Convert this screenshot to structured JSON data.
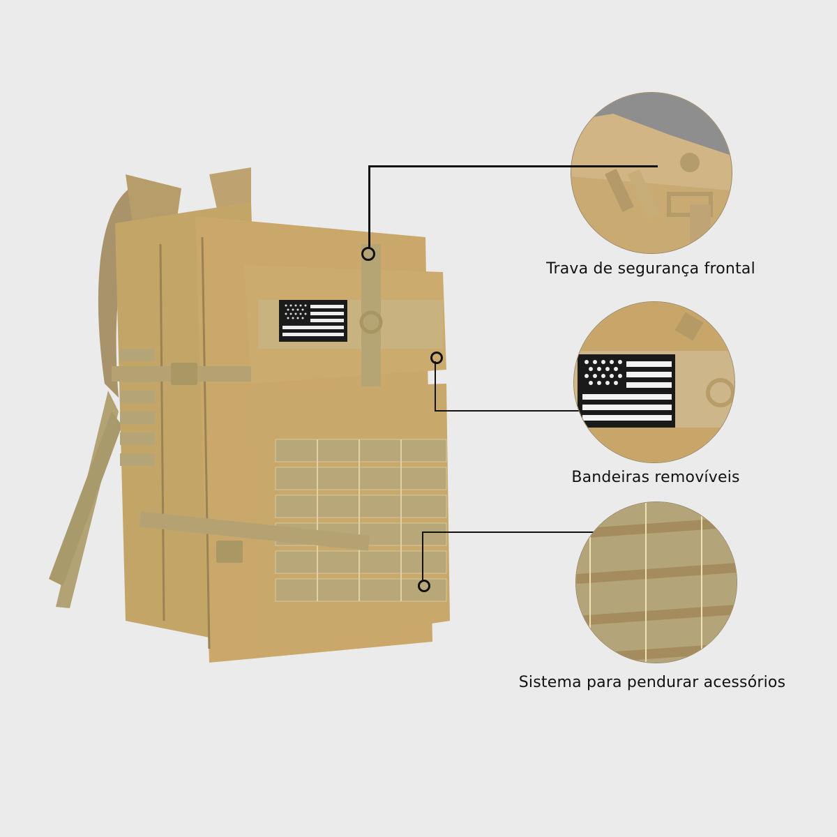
{
  "product": {
    "name": "tactical-backpack",
    "color": "#c9a96a"
  },
  "features": [
    {
      "label": "Trava de segurança frontal",
      "image": "buckle-closeup"
    },
    {
      "label": "Bandeiras removíveis",
      "image": "flag-patch-closeup"
    },
    {
      "label": "Sistema para pendurar acessórios",
      "image": "molle-webbing-closeup"
    }
  ],
  "colors": {
    "background": "#ebebeb",
    "fabric": "#c9a96a",
    "webbing": "#b9a777",
    "line": "#111111"
  }
}
